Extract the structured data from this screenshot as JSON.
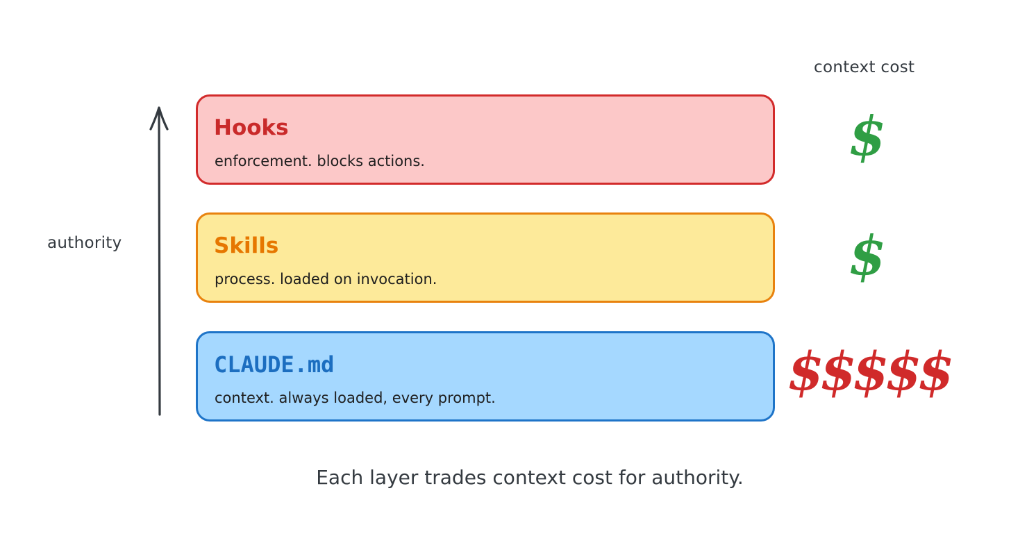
{
  "axis": {
    "label": "authority"
  },
  "cost_header": "context cost",
  "layers": [
    {
      "title": "Hooks",
      "description": "enforcement. blocks actions.",
      "cost": "$",
      "fill": "#fcc8c8",
      "stroke": "#d22b2b",
      "title_color": "#c92a2a",
      "cost_color": "#2f9e44"
    },
    {
      "title": "Skills",
      "description": "process. loaded on invocation.",
      "cost": "$",
      "fill": "#fdea9a",
      "stroke": "#e8820e",
      "title_color": "#e67700",
      "cost_color": "#2f9e44"
    },
    {
      "title": "CLAUDE.md",
      "description": "context. always loaded, every prompt.",
      "cost": "$$$$$",
      "fill": "#a5d8ff",
      "stroke": "#1e74c8",
      "title_color": "#1c6ec0",
      "cost_color": "#d02a2a"
    }
  ],
  "footer": "Each layer trades context cost for authority.",
  "colors": {
    "arrow": "#343a40",
    "text": "#1e1e1e"
  }
}
